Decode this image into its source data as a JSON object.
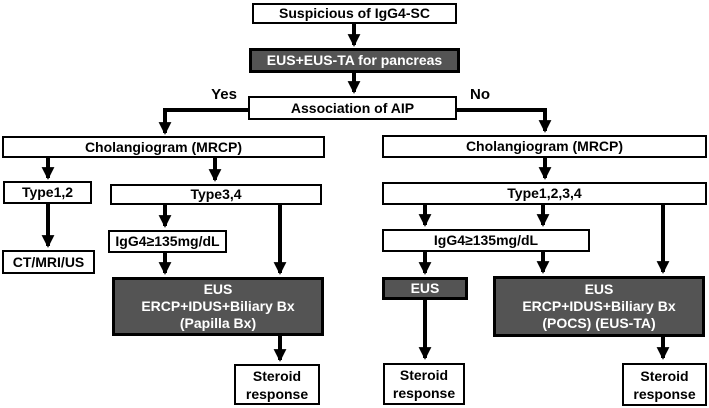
{
  "figure": {
    "title": "Diagnostic flowchart for suspected IgG4-SC",
    "background": "#ffffff"
  },
  "colors": {
    "box_fill": "#ffffff",
    "box_border": "#000000",
    "dark_box_fill": "#545454",
    "dark_box_text": "#ffffff",
    "arrow": "#000000",
    "text": "#000000"
  },
  "nodes": {
    "suspicious": {
      "label": "Suspicious of IgG4-SC"
    },
    "eus_pancreas": {
      "label": "EUS+EUS-TA for pancreas"
    },
    "association": {
      "label": "Association of AIP"
    },
    "branch_yes": {
      "label": "Yes"
    },
    "branch_no": {
      "label": "No"
    },
    "cholangiogram_left": {
      "label": "Cholangiogram (MRCP)"
    },
    "type_1_2": {
      "label": "Type1,2"
    },
    "type_3_4": {
      "label": "Type3,4"
    },
    "ct_mri_us": {
      "label": "CT/MRI/US"
    },
    "igg4_left": {
      "label": "IgG4≥135mg/dL"
    },
    "eus_ercp_papilla": {
      "lines": [
        "EUS",
        "ERCP+IDUS+Biliary Bx",
        "(Papilla Bx)"
      ]
    },
    "steroid_left": {
      "lines": [
        "Steroid",
        "response"
      ]
    },
    "cholangiogram_right": {
      "label": "Cholangiogram (MRCP)"
    },
    "type_1_2_3_4": {
      "label": "Type1,2,3,4"
    },
    "igg4_right": {
      "label": "IgG4≥135mg/dL"
    },
    "eus_only": {
      "label": "EUS"
    },
    "eus_ercp_pocs": {
      "lines": [
        "EUS",
        "ERCP+IDUS+Biliary Bx",
        "(POCS) (EUS-TA)"
      ]
    },
    "steroid_middle": {
      "lines": [
        "Steroid",
        "response"
      ]
    },
    "steroid_right": {
      "lines": [
        "Steroid",
        "response"
      ]
    }
  },
  "edges": [
    {
      "from": "suspicious",
      "to": "eus_pancreas"
    },
    {
      "from": "eus_pancreas",
      "to": "association"
    },
    {
      "from": "association",
      "to": "cholangiogram_left",
      "label": "Yes"
    },
    {
      "from": "association",
      "to": "cholangiogram_right",
      "label": "No"
    },
    {
      "from": "cholangiogram_left",
      "to": "type_1_2"
    },
    {
      "from": "cholangiogram_left",
      "to": "type_3_4"
    },
    {
      "from": "type_1_2",
      "to": "ct_mri_us"
    },
    {
      "from": "type_3_4",
      "to": "igg4_left"
    },
    {
      "from": "type_3_4",
      "to": "eus_ercp_papilla"
    },
    {
      "from": "igg4_left",
      "to": "eus_ercp_papilla"
    },
    {
      "from": "eus_ercp_papilla",
      "to": "steroid_left"
    },
    {
      "from": "cholangiogram_right",
      "to": "type_1_2_3_4"
    },
    {
      "from": "type_1_2_3_4",
      "to": "igg4_right",
      "note": "left arrow"
    },
    {
      "from": "type_1_2_3_4",
      "to": "igg4_right",
      "note": "right arrow"
    },
    {
      "from": "type_1_2_3_4",
      "to": "eus_ercp_pocs"
    },
    {
      "from": "igg4_right",
      "to": "eus_only"
    },
    {
      "from": "igg4_right",
      "to": "eus_ercp_pocs"
    },
    {
      "from": "eus_only",
      "to": "steroid_middle"
    },
    {
      "from": "eus_ercp_pocs",
      "to": "steroid_right"
    }
  ]
}
